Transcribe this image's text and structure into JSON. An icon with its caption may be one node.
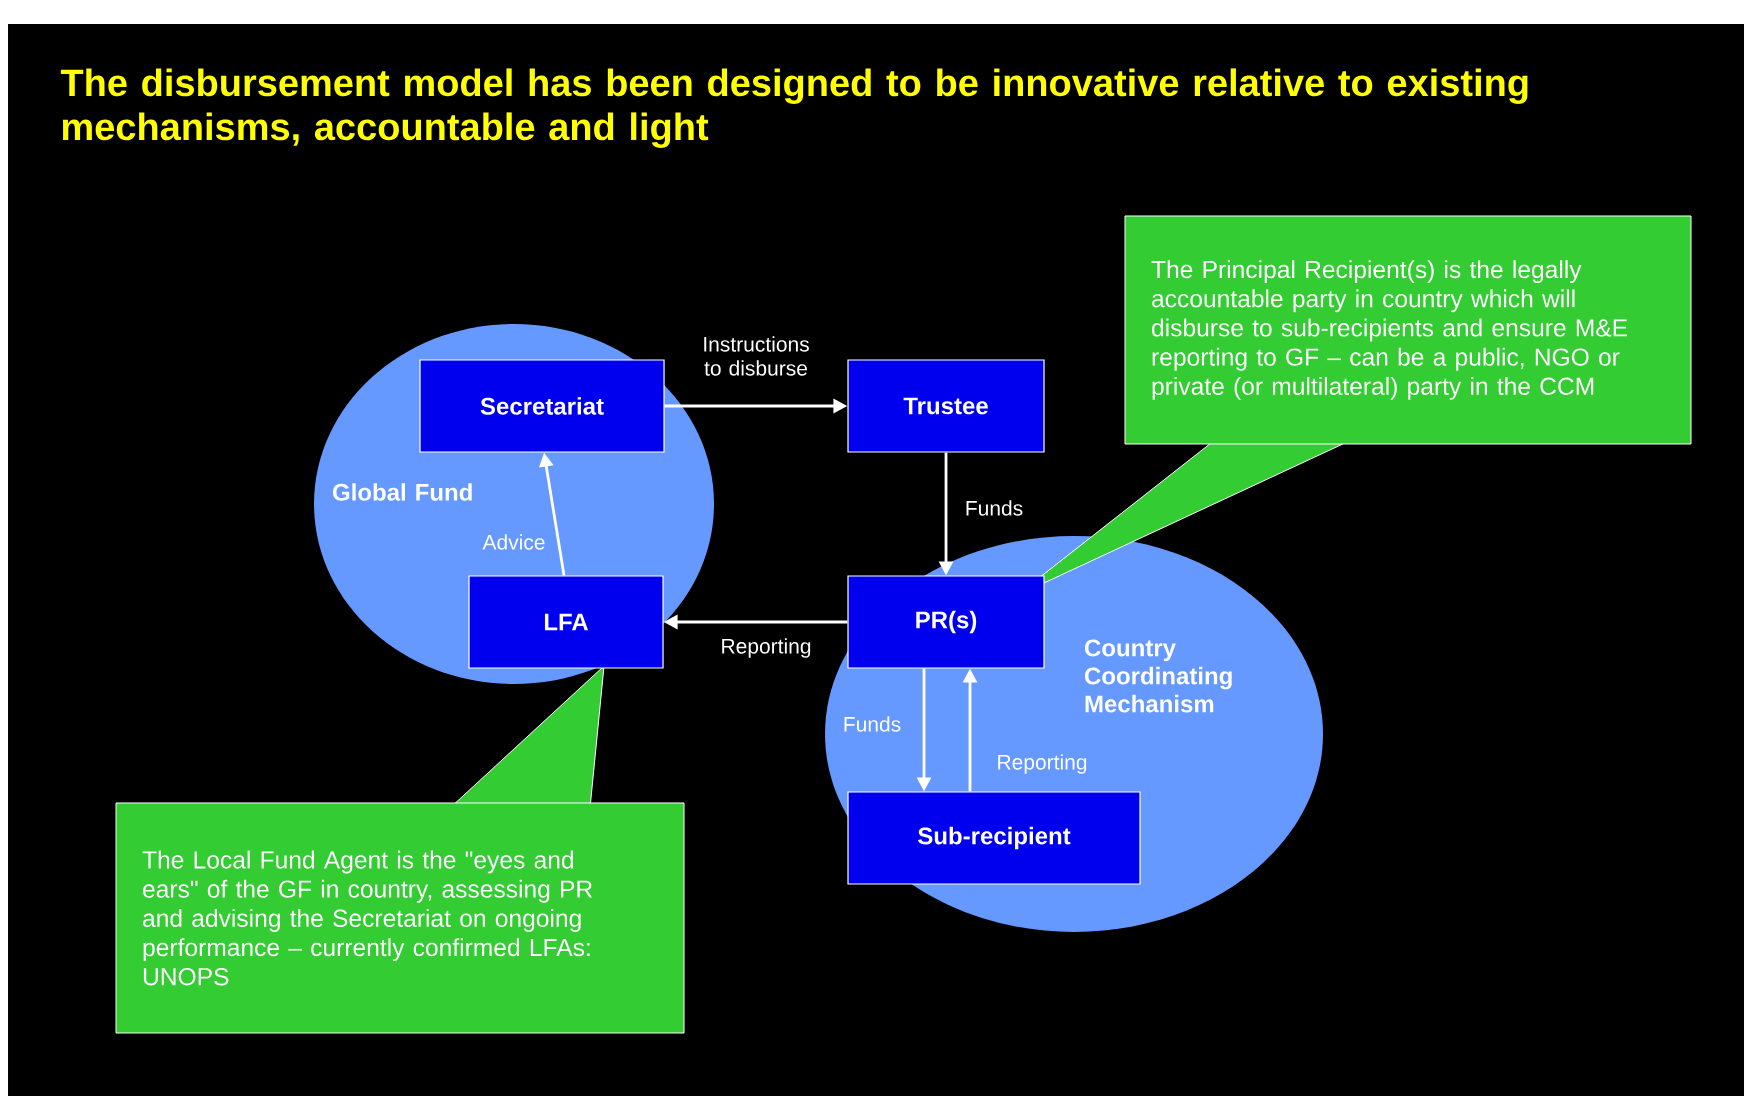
{
  "diagram": {
    "title": "The disbursement model has been designed to be innovative relative to existing mechanisms, accountable and light",
    "nodes": [
      {
        "text": [
          "The Principal Recipient(s) is the legally accountable party in country which will disburse to sub-recipients and ensure M&E reporting to GF – can be a public, NGO or private (or multilateral) party in the CCM"
        ]
      },
      {
        "text": [
          "Global Fund"
        ]
      },
      {
        "text": [
          "Secretariat"
        ],
        "in": 1
      },
      {
        "text": [
          "Trustee"
        ]
      },
      {
        "text": [
          "LFA"
        ],
        "in": 1
      },
      {
        "text": [
          "Country Coordinating Mechanism"
        ]
      },
      {
        "text": [
          "PR(s)"
        ],
        "in": 5
      },
      {
        "text": [
          "Sub-recipient"
        ],
        "in": 5
      },
      {
        "text": [
          "The Local Fund Agent is the \"eyes and ears\" of the GF in country, assessing PR and advising the Secretariat on ongoing performance – currently confirmed LFAs: UNOPS"
        ]
      }
    ],
    "edges": [
      {
        "from": 2,
        "to": 3,
        "arrow": "to",
        "label": "Instructions to disburse"
      },
      {
        "from": 3,
        "to": 6,
        "arrow": "to",
        "label": "Funds"
      },
      {
        "from": 6,
        "to": 4,
        "arrow": "to",
        "label": "Reporting"
      },
      {
        "from": 4,
        "to": 2,
        "arrow": "to",
        "label": "Advice"
      },
      {
        "from": 6,
        "to": 7,
        "arrow": "to",
        "label": "Funds"
      },
      {
        "from": 7,
        "to": 6,
        "arrow": "to",
        "label": "Reporting"
      }
    ]
  }
}
